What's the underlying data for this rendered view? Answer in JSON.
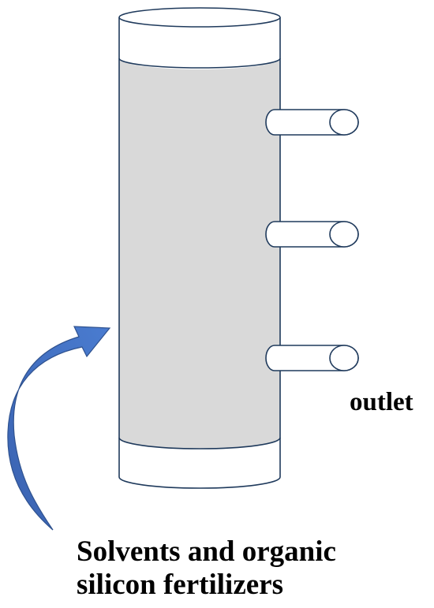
{
  "diagram": {
    "outlet_label": "outlet",
    "caption_line_1": "Solvents and organic",
    "caption_line_2": "silicon fertilizers",
    "colors": {
      "outline": "#1f3a5c",
      "fill": "#d9d9d9",
      "background": "#ffffff",
      "arrow": "#4472c4",
      "text": "#000000"
    },
    "icons": {
      "column": "packed-column",
      "outlet_ports": "side-outlet-pipe",
      "arrow": "curved-inlet-arrow"
    },
    "outlet_port_count": 3
  }
}
